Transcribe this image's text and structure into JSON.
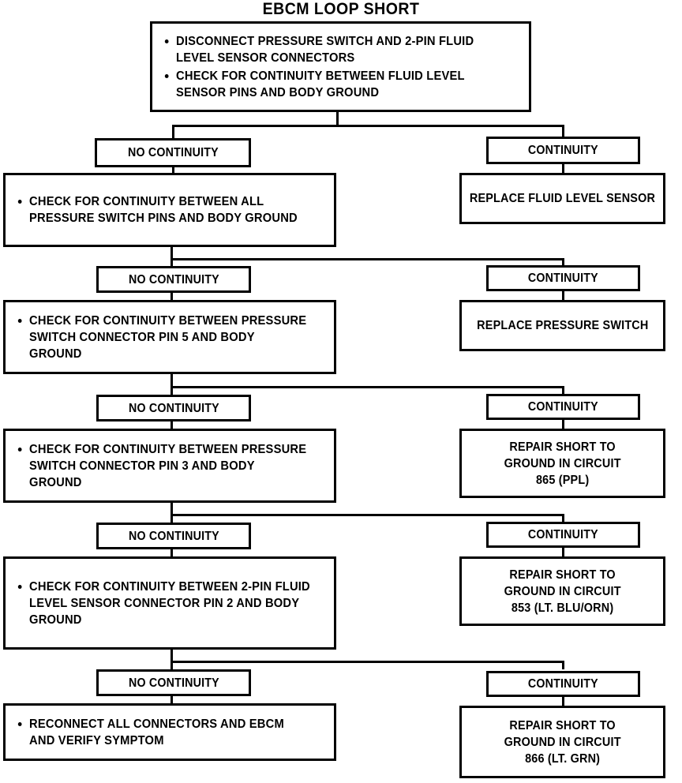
{
  "title": "EBCM LOOP SHORT",
  "labels": {
    "no_continuity": "NO CONTINUITY",
    "continuity": "CONTINUITY"
  },
  "steps": [
    {
      "id": "step-1",
      "action_lines": [
        "DISCONNECT PRESSURE SWITCH AND 2-PIN FLUID LEVEL SENSOR CONNECTORS",
        "CHECK FOR CONTINUITY BETWEEN FLUID LEVEL SENSOR PINS AND BODY GROUND"
      ],
      "no_continuity_label": "NO CONTINUITY",
      "continuity_label": "CONTINUITY",
      "continuity_result": "REPLACE FLUID LEVEL SENSOR"
    },
    {
      "id": "step-2",
      "action_lines": [
        "CHECK FOR CONTINUITY BETWEEN ALL PRESSURE SWITCH PINS AND BODY GROUND"
      ],
      "no_continuity_label": "NO CONTINUITY",
      "continuity_label": "CONTINUITY",
      "continuity_result": "REPLACE PRESSURE SWITCH"
    },
    {
      "id": "step-3",
      "action_lines": [
        "CHECK FOR CONTINUITY BETWEEN PRESSURE SWITCH CONNECTOR PIN 5 AND BODY GROUND"
      ],
      "no_continuity_label": "NO CONTINUITY",
      "continuity_label": "CONTINUITY",
      "continuity_result": "REPAIR SHORT TO GROUND IN CIRCUIT 865 (PPL)"
    },
    {
      "id": "step-4",
      "action_lines": [
        "CHECK FOR CONTINUITY BETWEEN PRESSURE SWITCH CONNECTOR PIN 3 AND BODY GROUND"
      ],
      "no_continuity_label": "NO CONTINUITY",
      "continuity_label": "CONTINUITY",
      "continuity_result": "REPAIR SHORT TO GROUND IN CIRCUIT 853 (LT. BLU/ORN)"
    },
    {
      "id": "step-5",
      "action_lines": [
        "CHECK FOR CONTINUITY BETWEEN 2-PIN FLUID LEVEL SENSOR CONNECTOR PIN 2 AND BODY GROUND"
      ],
      "no_continuity_label": "NO CONTINUITY",
      "continuity_label": "CONTINUITY",
      "continuity_result": "REPAIR SHORT TO GROUND IN CIRCUIT 866 (LT. GRN)"
    },
    {
      "id": "step-6",
      "action_lines": [
        "RECONNECT ALL CONNECTORS AND EBCM AND VERIFY SYMPTOM"
      ]
    }
  ],
  "box_text": {
    "top_bullet_1": "DISCONNECT PRESSURE SWITCH AND 2-PIN FLUID LEVEL SENSOR CONNECTORS",
    "top_bullet_2": "CHECK FOR CONTINUITY BETWEEN FLUID LEVEL SENSOR PINS AND BODY GROUND",
    "action_2": "CHECK FOR CONTINUITY BETWEEN ALL PRESSURE SWITCH PINS AND BODY GROUND",
    "action_3": "CHECK FOR CONTINUITY BETWEEN PRESSURE SWITCH CONNECTOR PIN 5 AND BODY GROUND",
    "action_4": "CHECK FOR CONTINUITY BETWEEN PRESSURE SWITCH CONNECTOR PIN 3 AND BODY GROUND",
    "action_5": "CHECK FOR CONTINUITY BETWEEN 2-PIN FLUID LEVEL SENSOR CONNECTOR PIN 2 AND BODY GROUND",
    "action_6": "RECONNECT ALL CONNECTORS AND EBCM AND VERIFY SYMPTOM",
    "result_1": "REPLACE FLUID LEVEL SENSOR",
    "result_2": "REPLACE PRESSURE SWITCH",
    "result_3_line1": "REPAIR SHORT TO",
    "result_3_line2": "GROUND IN CIRCUIT",
    "result_3_line3": "865 (PPL)",
    "result_4_line1": "REPAIR SHORT TO",
    "result_4_line2": "GROUND IN CIRCUIT",
    "result_4_line3": "853 (LT. BLU/ORN)",
    "result_5_line1": "REPAIR SHORT TO",
    "result_5_line2": "GROUND IN CIRCUIT",
    "result_5_line3": "866 (LT. GRN)"
  },
  "colors": {
    "ink": "#000000",
    "paper": "#ffffff"
  }
}
